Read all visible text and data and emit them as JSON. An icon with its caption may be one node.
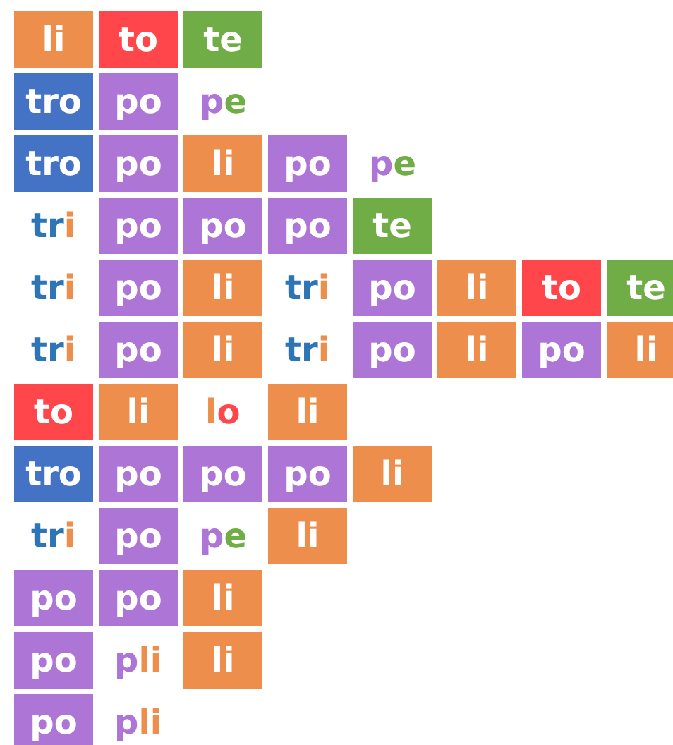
{
  "diagram": {
    "nodes": [
      {
        "text": [
          "li"
        ]
      },
      {
        "text": [
          "to"
        ]
      },
      {
        "text": [
          "te"
        ]
      },
      {
        "text": [
          "tro"
        ]
      },
      {
        "text": [
          "po"
        ]
      },
      {
        "text": [
          "pe"
        ]
      },
      {
        "text": [
          "tro"
        ]
      },
      {
        "text": [
          "po"
        ]
      },
      {
        "text": [
          "li"
        ]
      },
      {
        "text": [
          "po"
        ]
      },
      {
        "text": [
          "pe"
        ]
      },
      {
        "text": [
          "tri"
        ]
      },
      {
        "text": [
          "po"
        ]
      },
      {
        "text": [
          "po"
        ]
      },
      {
        "text": [
          "po"
        ]
      },
      {
        "text": [
          "te"
        ]
      },
      {
        "text": [
          "tri"
        ]
      },
      {
        "text": [
          "po"
        ]
      },
      {
        "text": [
          "li"
        ]
      },
      {
        "text": [
          "tri"
        ]
      },
      {
        "text": [
          "po"
        ]
      },
      {
        "text": [
          "li"
        ]
      },
      {
        "text": [
          "to"
        ]
      },
      {
        "text": [
          "te"
        ]
      },
      {
        "text": [
          "tri"
        ]
      },
      {
        "text": [
          "po"
        ]
      },
      {
        "text": [
          "li"
        ]
      },
      {
        "text": [
          "tri"
        ]
      },
      {
        "text": [
          "po"
        ]
      },
      {
        "text": [
          "li"
        ]
      },
      {
        "text": [
          "po"
        ]
      },
      {
        "text": [
          "li"
        ]
      },
      {
        "text": [
          "to"
        ]
      },
      {
        "text": [
          "li"
        ]
      },
      {
        "text": [
          "lo"
        ]
      },
      {
        "text": [
          "li"
        ]
      },
      {
        "text": [
          "tro"
        ]
      },
      {
        "text": [
          "po"
        ]
      },
      {
        "text": [
          "po"
        ]
      },
      {
        "text": [
          "po"
        ]
      },
      {
        "text": [
          "li"
        ]
      },
      {
        "text": [
          "tri"
        ]
      },
      {
        "text": [
          "po"
        ]
      },
      {
        "text": [
          "pe"
        ]
      },
      {
        "text": [
          "li"
        ]
      },
      {
        "text": [
          "po"
        ]
      },
      {
        "text": [
          "po"
        ]
      },
      {
        "text": [
          "li"
        ]
      },
      {
        "text": [
          "po"
        ]
      },
      {
        "text": [
          "pli"
        ]
      },
      {
        "text": [
          "li"
        ]
      },
      {
        "text": [
          "po"
        ]
      },
      {
        "text": [
          "pli"
        ]
      }
    ]
  }
}
